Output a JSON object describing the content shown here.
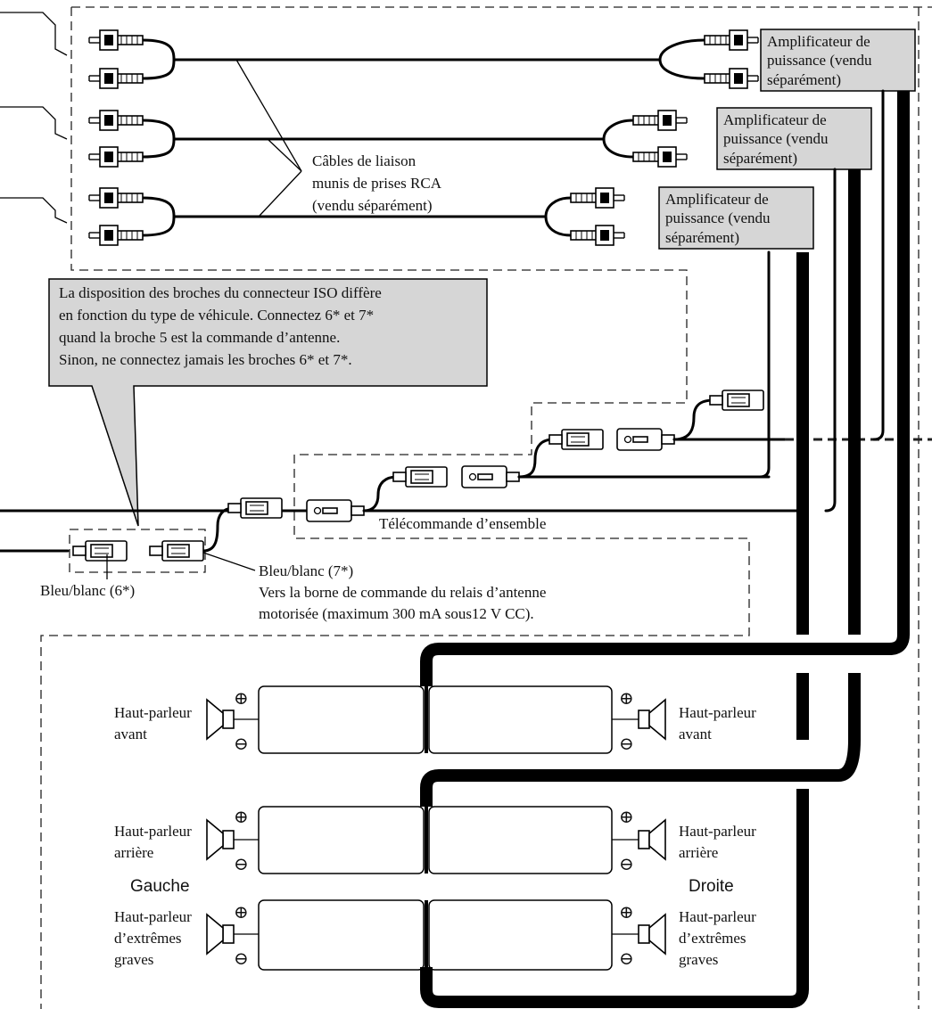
{
  "amplifiers": [
    {
      "line1": "Amplificateur de",
      "line2": "puissance (vendu",
      "line3": "séparément)"
    },
    {
      "line1": "Amplificateur de",
      "line2": "puissance (vendu",
      "line3": "séparément)"
    },
    {
      "line1": "Amplificateur de",
      "line2": "puissance (vendu",
      "line3": "séparément)"
    }
  ],
  "rca_cables": {
    "line1": "Câbles de liaison",
    "line2": "munis de prises RCA",
    "line3": "(vendu séparément)"
  },
  "iso_note": {
    "line1": "La disposition des broches du connecteur ISO diffère",
    "line2": "en fonction du type de véhicule. Connectez 6* et 7*",
    "line3": "quand la broche 5 est la commande d’antenne.",
    "line4": "Sinon, ne connectez jamais les broches 6* et 7*."
  },
  "system_remote": "Télécommande d’ensemble",
  "blue_white_6": "Bleu/blanc (6*)",
  "blue_white_7": {
    "line1": "Bleu/blanc (7*)",
    "line2": "Vers la borne de commande du relais d’antenne",
    "line3": "motorisée (maximum 300 mA sous12 V CC)."
  },
  "speakers": {
    "front_left": {
      "line1": "Haut-parleur",
      "line2": "avant"
    },
    "front_right": {
      "line1": "Haut-parleur",
      "line2": "avant"
    },
    "rear_left": {
      "line1": "Haut-parleur",
      "line2": "arrière"
    },
    "rear_right": {
      "line1": "Haut-parleur",
      "line2": "arrière"
    },
    "sub_left": {
      "line1": "Haut-parleur",
      "line2": "d’extrêmes",
      "line3": "graves"
    },
    "sub_right": {
      "line1": "Haut-parleur",
      "line2": "d’extrêmes",
      "line3": "graves"
    }
  },
  "side_left": "Gauche",
  "side_right": "Droite",
  "polarity": {
    "plus": "⊕",
    "minus": "⊖"
  },
  "colors": {
    "callout_fill": "#d6d6d6",
    "wire": "#000000"
  }
}
